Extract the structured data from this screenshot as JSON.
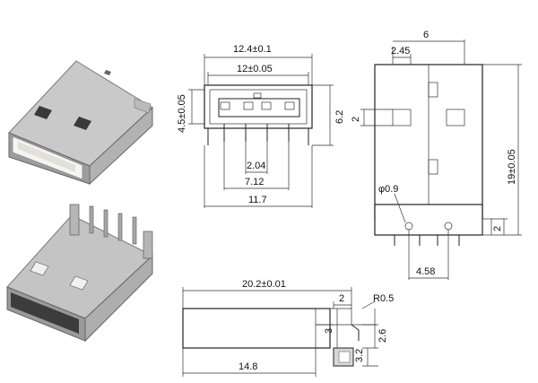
{
  "photos": {
    "top_photo": "usb-a-connector-photo-top",
    "bottom_photo": "usb-a-connector-photo-pins"
  },
  "front_view": {
    "dim_total_width": "12.4±0.1",
    "dim_inner_width": "12±0.05",
    "dim_height": "4.5±0.05",
    "dim_depth": "6.2",
    "dim_pin_pitch": "2.04",
    "dim_pin_span": "7.12",
    "dim_footprint": "11.7"
  },
  "top_view": {
    "dim_6": "6",
    "dim_2_45": "2.45",
    "dim_2": "2",
    "dim_length": "19±0.05",
    "dim_hole": "φ0.9",
    "dim_pin_spacing": "4.58",
    "dim_bottom_2": "2"
  },
  "side_view": {
    "dim_total": "20.2±0.01",
    "dim_2": "2",
    "dim_r": "R0.5",
    "dim_3": "3",
    "dim_2_6": "2.6",
    "dim_3_2": "3.2",
    "dim_14_8": "14.8"
  }
}
